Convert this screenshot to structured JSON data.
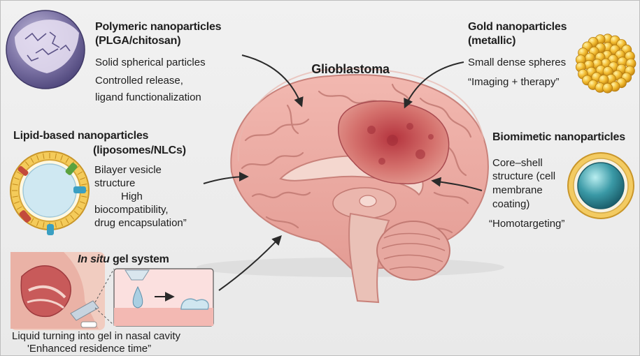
{
  "title": "Glioblastoma",
  "polymeric": {
    "heading_1": "Polymeric nanoparticles",
    "heading_2": "(PLGA/chitosan)",
    "line_1": "Solid spherical particles",
    "line_2": "Controlled release,",
    "line_3": "ligand functionalization"
  },
  "gold": {
    "heading_1": "Gold nanoparticles",
    "heading_2": "(metallic)",
    "line_1": "Small dense spheres",
    "line_2": "“Imaging + therapy”"
  },
  "lipid": {
    "heading_1": "Lipid-based nanoparticles",
    "heading_2": "(liposomes/NLCs)",
    "line_1": "Bilayer vesicle",
    "line_2": "structure",
    "line_3": "High",
    "line_4": "biocompatibility,",
    "line_5": "drug encapsulation”"
  },
  "biomimetic": {
    "heading_1": "Biomimetic nanoparticles",
    "line_1": "Core–shell",
    "line_2": "structure (cell",
    "line_3": "membrane",
    "line_4": "coating)",
    "line_5": "“Homotargeting”"
  },
  "gel": {
    "heading_italic": "In situ",
    "heading_rest": " gel system",
    "caption_1": "Liquid turning into gel in nasal cavity",
    "caption_2": "'Enhanced residence time”"
  },
  "colors": {
    "brain": "#e9a9a1",
    "tumor": "#c8585b",
    "gold": "#f0b834",
    "polymer": "#6e6597",
    "lipid": "#f2c74e",
    "biomimetic_core": "#2e8a99",
    "arrow": "#2a2a2a"
  }
}
